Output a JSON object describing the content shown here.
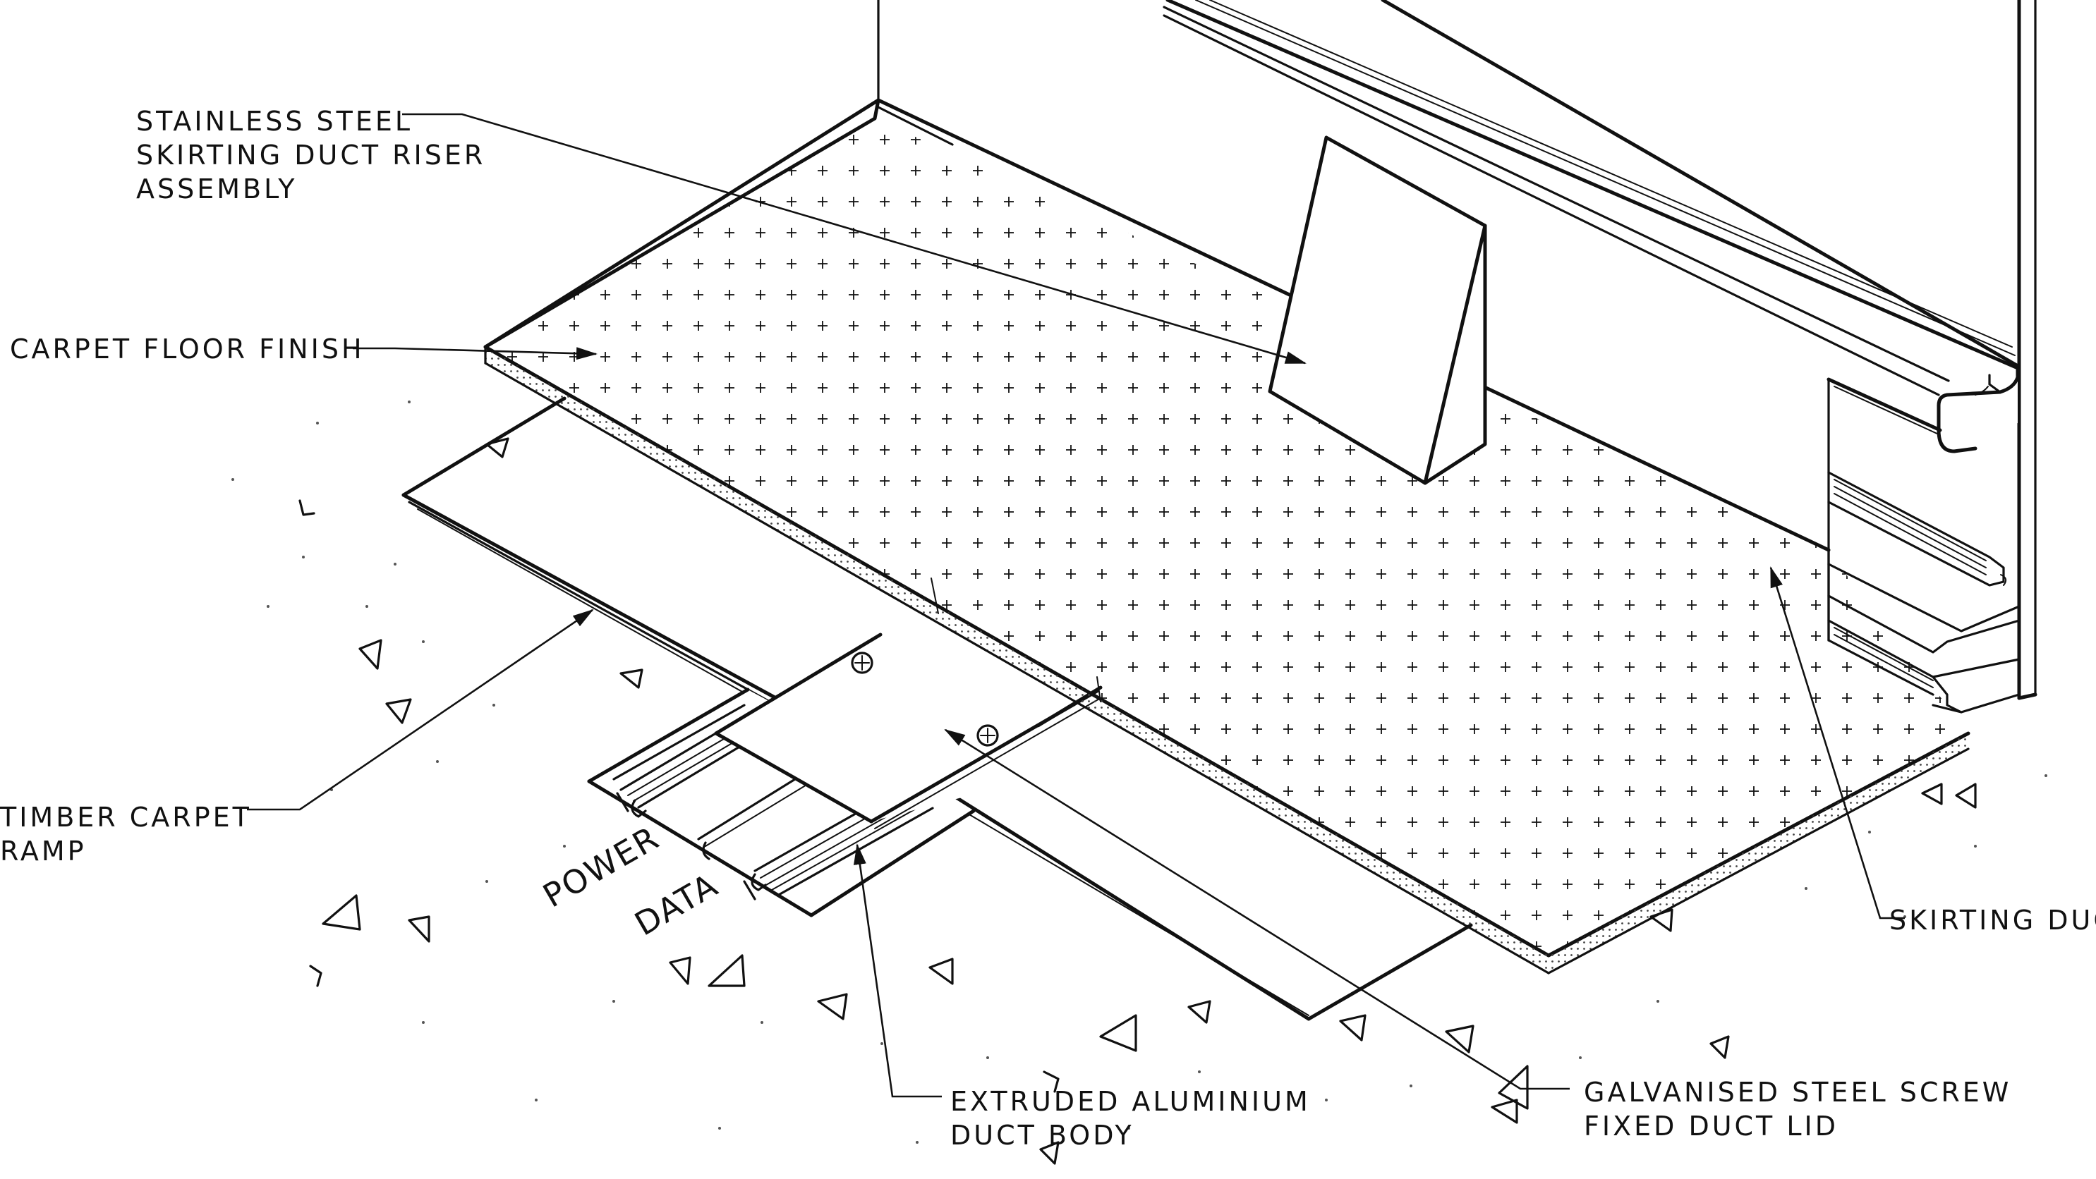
{
  "labels": {
    "riser_l1": "STAINLESS STEEL",
    "riser_l2": "SKIRTING DUCT RISER",
    "riser_l3": "ASSEMBLY",
    "carpet": "CARPET FLOOR FINISH",
    "ramp_l1": "TIMBER CARPET",
    "ramp_l2": "RAMP",
    "skirting": "SKIRTING DUCT",
    "body_l1": "EXTRUDED ALUMINIUM",
    "body_l2": "DUCT BODY",
    "lid_l1": "GALVANISED STEEL SCREW",
    "lid_l2": "FIXED DUCT LID"
  },
  "compartments": {
    "power": "POWER",
    "data": "DATA"
  },
  "colors": {
    "line": "#111111",
    "background": "#ffffff"
  }
}
